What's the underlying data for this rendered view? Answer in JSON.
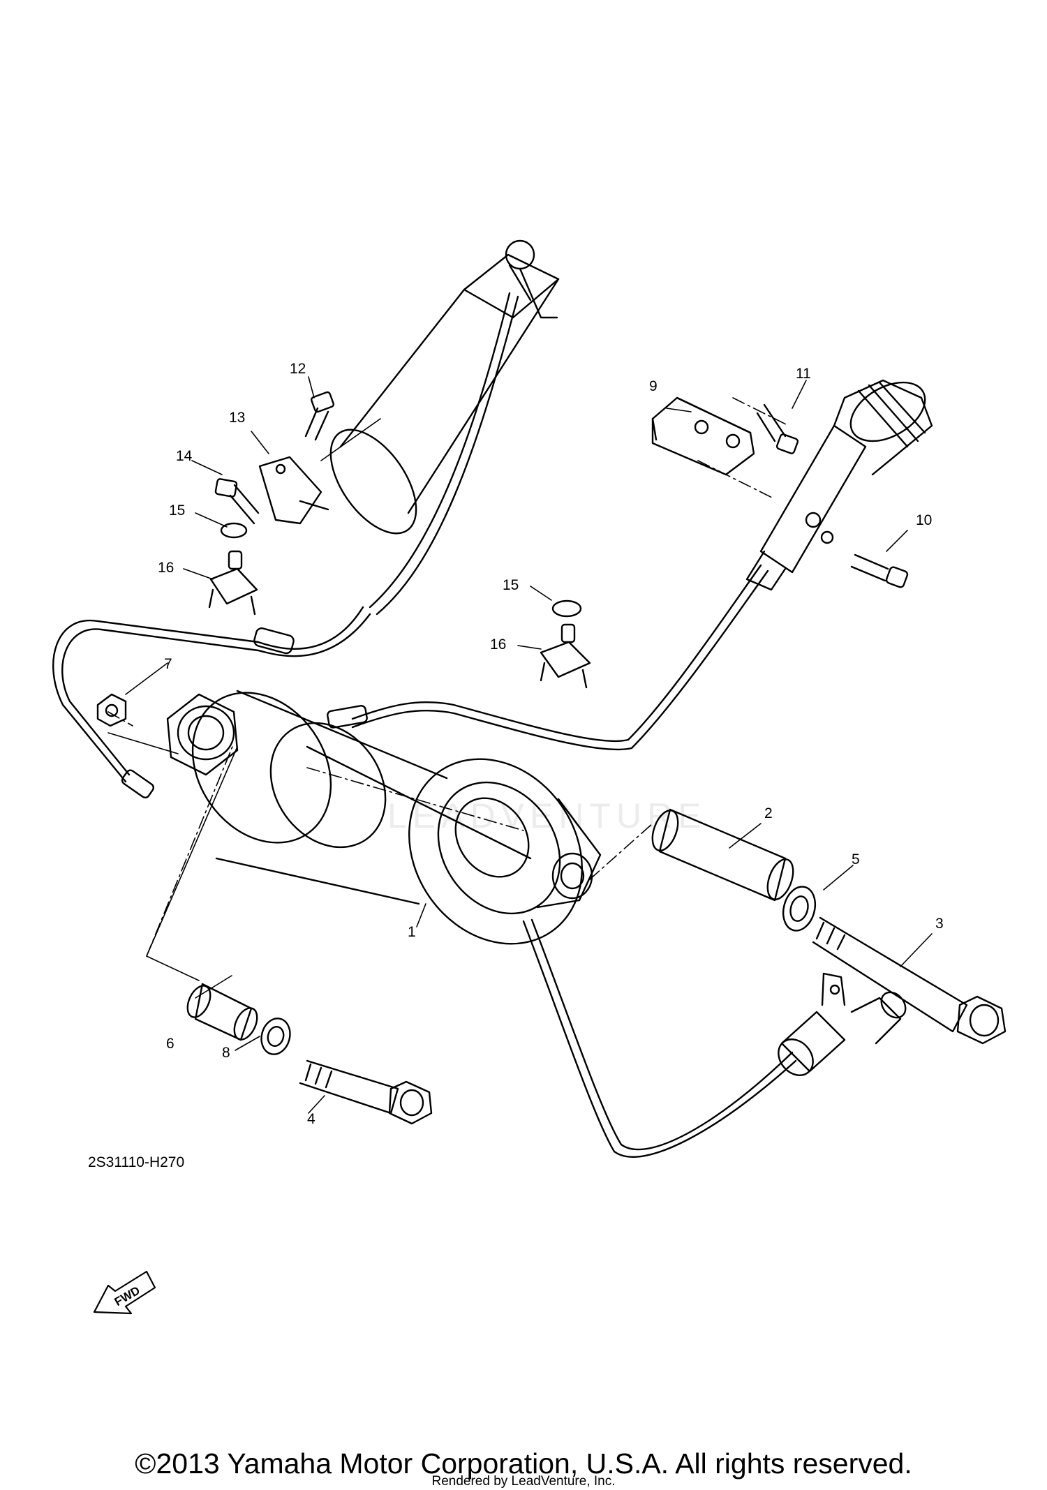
{
  "labels": {
    "p1": "1",
    "p2": "2",
    "p3": "3",
    "p4": "4",
    "p5": "5",
    "p6": "6",
    "p7": "7",
    "p8": "8",
    "p9": "9",
    "p10": "10",
    "p11": "11",
    "p12": "12",
    "p13": "13",
    "p14": "14",
    "p15a": "15",
    "p15b": "15",
    "p16a": "16",
    "p16b": "16"
  },
  "fwd_label": "FWD",
  "diagram_code": "2S31110-H270",
  "watermark": "LEADVENTURE",
  "copyright": "©2013 Yamaha Motor Corporation, U.S.A. All rights reserved.",
  "rendered_by": "Rendered by LeadVenture, Inc.",
  "colors": {
    "line": "#000000",
    "background": "#ffffff",
    "watermark": "#ececec"
  }
}
